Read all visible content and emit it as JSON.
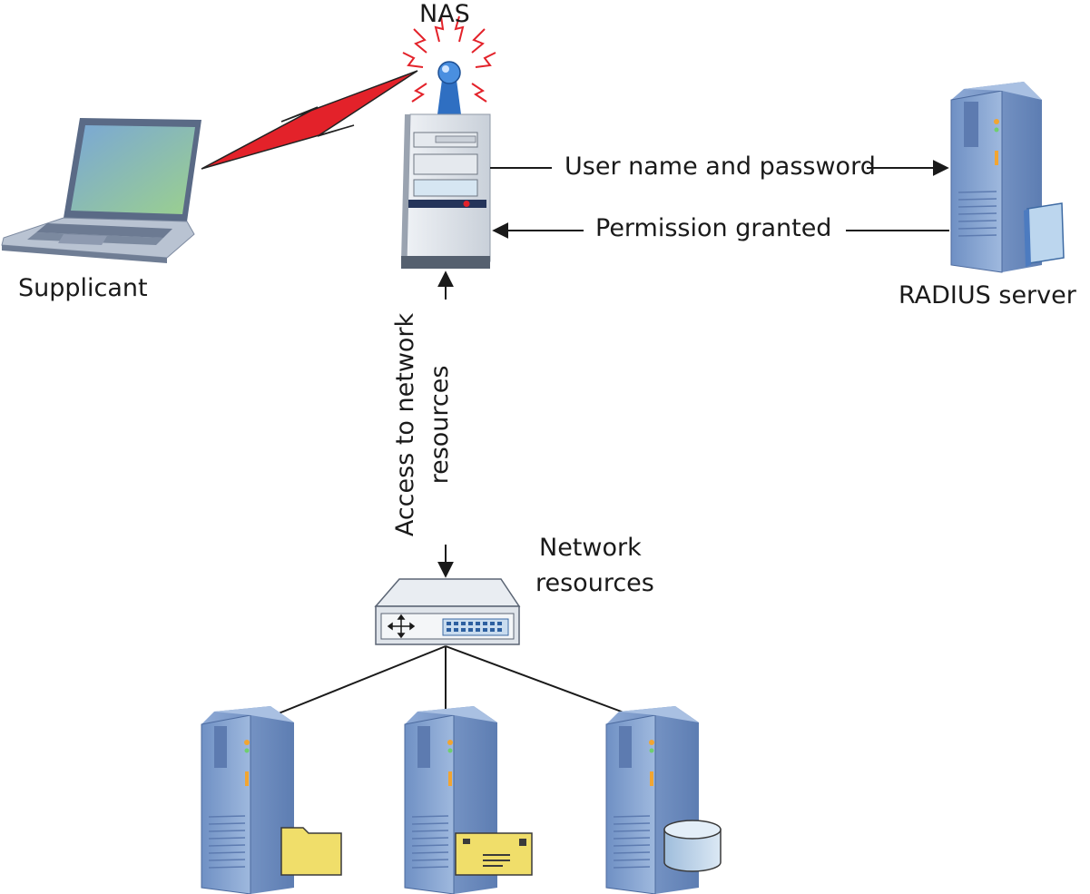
{
  "labels": {
    "nas": "NAS",
    "supplicant": "Supplicant",
    "radius_server": "RADIUS server",
    "user_name_and_password": "User name and password",
    "permission_granted": "Permission granted",
    "access_line_1": "Access to network",
    "access_line_2": "resources",
    "network_resources_line_1": "Network",
    "network_resources_line_2": "resources"
  },
  "colors": {
    "server_blue": "#7f9fcf",
    "server_dark": "#5a78aa",
    "nas_case": "#d9dde3",
    "antenna_blue": "#2f6fc2",
    "lightning_red": "#e3222a",
    "laptop_screen": "#8fc59e",
    "folder_yellow": "#f0de6a",
    "database_blue": "#b8cfe6"
  },
  "icons": {
    "supplicant": "laptop-icon",
    "nas": "nas-server-icon",
    "radius": "radius-server-icon",
    "switch": "network-switch-icon",
    "file_server": "folder-icon",
    "mail_server": "envelope-icon",
    "db_server": "database-icon"
  }
}
